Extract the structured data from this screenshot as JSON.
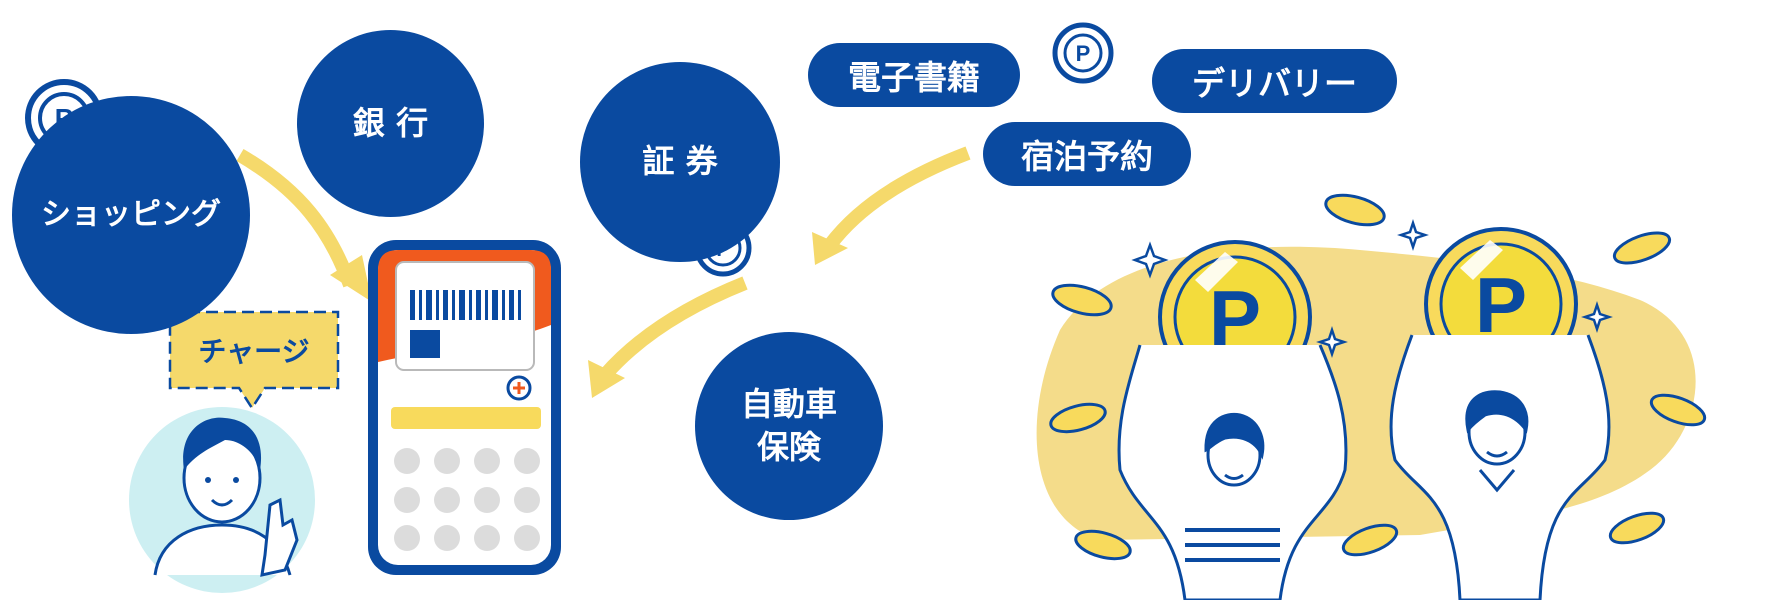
{
  "services": {
    "shopping": "ショッピング",
    "bank": "銀 行",
    "securities": "証 券",
    "car_insurance_line1": "自動車",
    "car_insurance_line2": "保険",
    "ebook": "電子書籍",
    "delivery": "デリバリー",
    "hotel": "宿泊予約"
  },
  "charge_bubble": "チャージ",
  "coin_letter": "P",
  "colors": {
    "navy": "#0a4aa0",
    "yellow": "#f5d96b",
    "orange": "#f05a1e",
    "light_blue": "#cdeff2"
  }
}
